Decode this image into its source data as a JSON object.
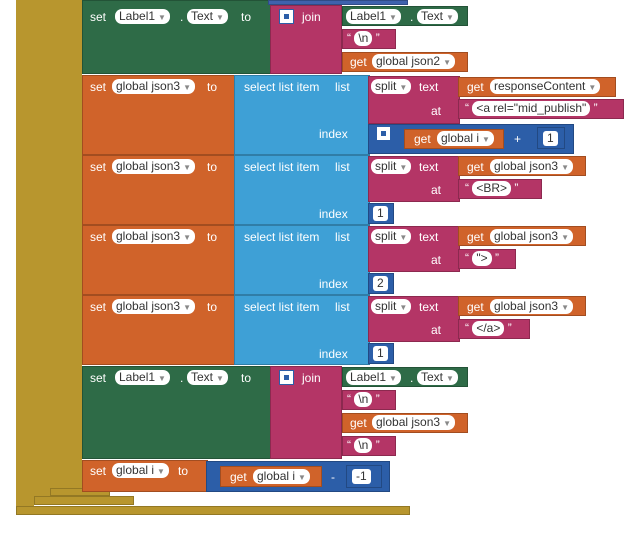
{
  "kw": {
    "set": "set",
    "to": "to",
    "join": "join",
    "get": "get",
    "dot": ".",
    "select_list_item": "select list item",
    "list": "list",
    "index": "index",
    "split": "split",
    "text": "text",
    "at": "at",
    "plus": "+",
    "minus": "-",
    "q_open": "“",
    "q_close": "”"
  },
  "component": {
    "name": "Label1",
    "prop": "Text"
  },
  "vars": {
    "json2": "global json2",
    "json3": "global json3",
    "i": "global i",
    "response": "responseContent"
  },
  "strings": {
    "newline": "\\n",
    "a_rel": "<a rel=\"mid_publish\"",
    "br": "<BR>",
    "gt": "\">",
    "close_a": "</a>"
  },
  "numbers": {
    "one": "1",
    "two": "2",
    "minus_one": "-1"
  },
  "colors": {
    "component_green": "#2e6b47",
    "variable_orange": "#d0632a",
    "text_magenta": "#b43566",
    "list_blue": "#3ea0d6",
    "math_navy": "#2c5ea8",
    "control_gold": "#b8962e"
  }
}
